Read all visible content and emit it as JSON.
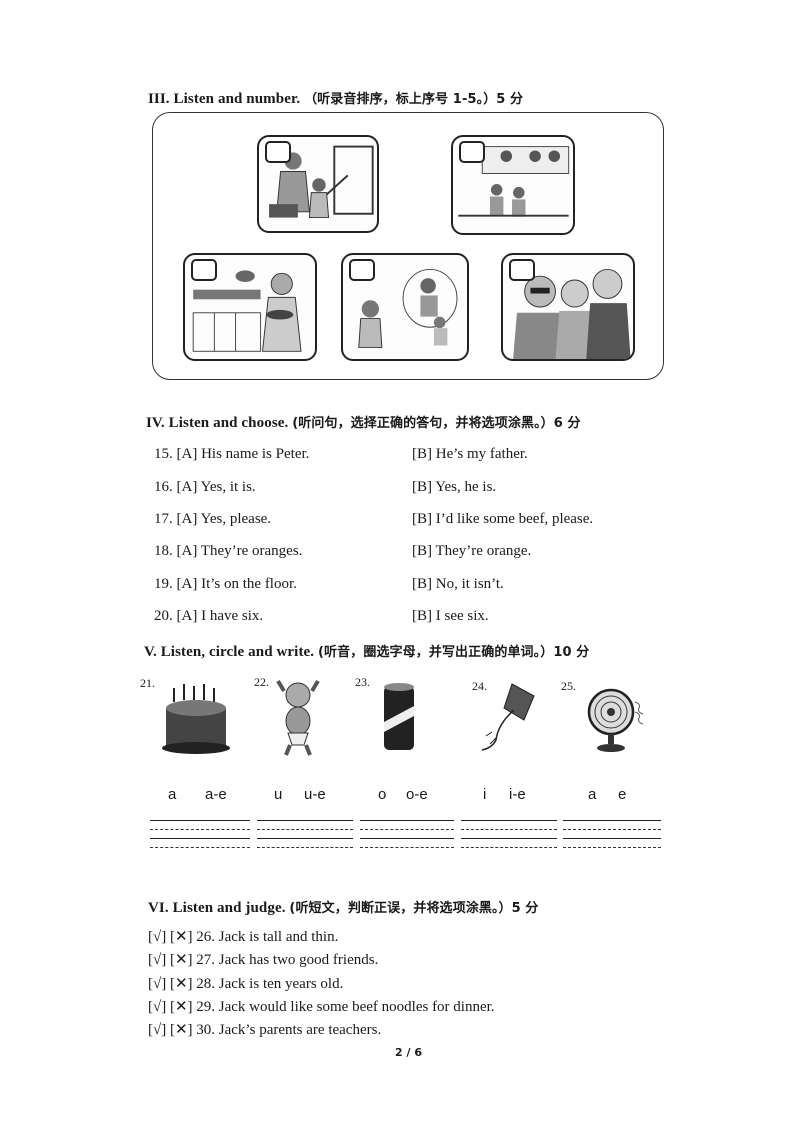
{
  "section3": {
    "heading": "III. Listen and number.",
    "heading_cn": "（听录音排序，标上序号 1-5。）5 分"
  },
  "section4": {
    "heading": "IV. Listen and choose.",
    "heading_cn": "(听问句，选择正确的答句，并将选项涂黑。）6 分",
    "questions": [
      {
        "a": "15. [A] His name is Peter.",
        "b": "[B] He’s my father."
      },
      {
        "a": "16. [A] Yes, it is.",
        "b": "[B] Yes, he is."
      },
      {
        "a": "17. [A] Yes, please.",
        "b": "[B] I’d like some beef, please."
      },
      {
        "a": "18. [A] They’re oranges.",
        "b": "[B] They’re orange."
      },
      {
        "a": "19. [A] It’s on the floor.",
        "b": "[B] No, it isn’t."
      },
      {
        "a": "20. [A] I have six.",
        "b": "[B] I see six."
      }
    ]
  },
  "section5": {
    "heading": "V. Listen, circle and write.",
    "heading_cn": "(听音，圈选字母，并写出正确的单词。）10 分",
    "items": [
      {
        "num": "21.",
        "icon": "birthday-cake-icon",
        "opt1": "a",
        "opt2": "a-e"
      },
      {
        "num": "22.",
        "icon": "baby-icon",
        "opt1": "u",
        "opt2": "u-e"
      },
      {
        "num": "23.",
        "icon": "soda-can-icon",
        "opt1": "o",
        "opt2": "o-e"
      },
      {
        "num": "24.",
        "icon": "kite-icon",
        "opt1": "i",
        "opt2": "i-e"
      },
      {
        "num": "25.",
        "icon": "fan-icon",
        "opt1": "a",
        "opt2": "e"
      }
    ]
  },
  "section6": {
    "heading": "VI. Listen and judge.",
    "heading_cn": "(听短文，判断正误，并将选项涂黑。）5 分",
    "statements": [
      "[√] [✕] 26. Jack is tall and thin.",
      "[√] [✕] 27. Jack has two good friends.",
      "[√] [✕] 28. Jack is ten years old.",
      "[√] [✕] 29. Jack would like some beef noodles for dinner.",
      "[√] [✕] 30. Jack’s parents are teachers."
    ]
  },
  "footer": {
    "page": "2 / 6"
  }
}
